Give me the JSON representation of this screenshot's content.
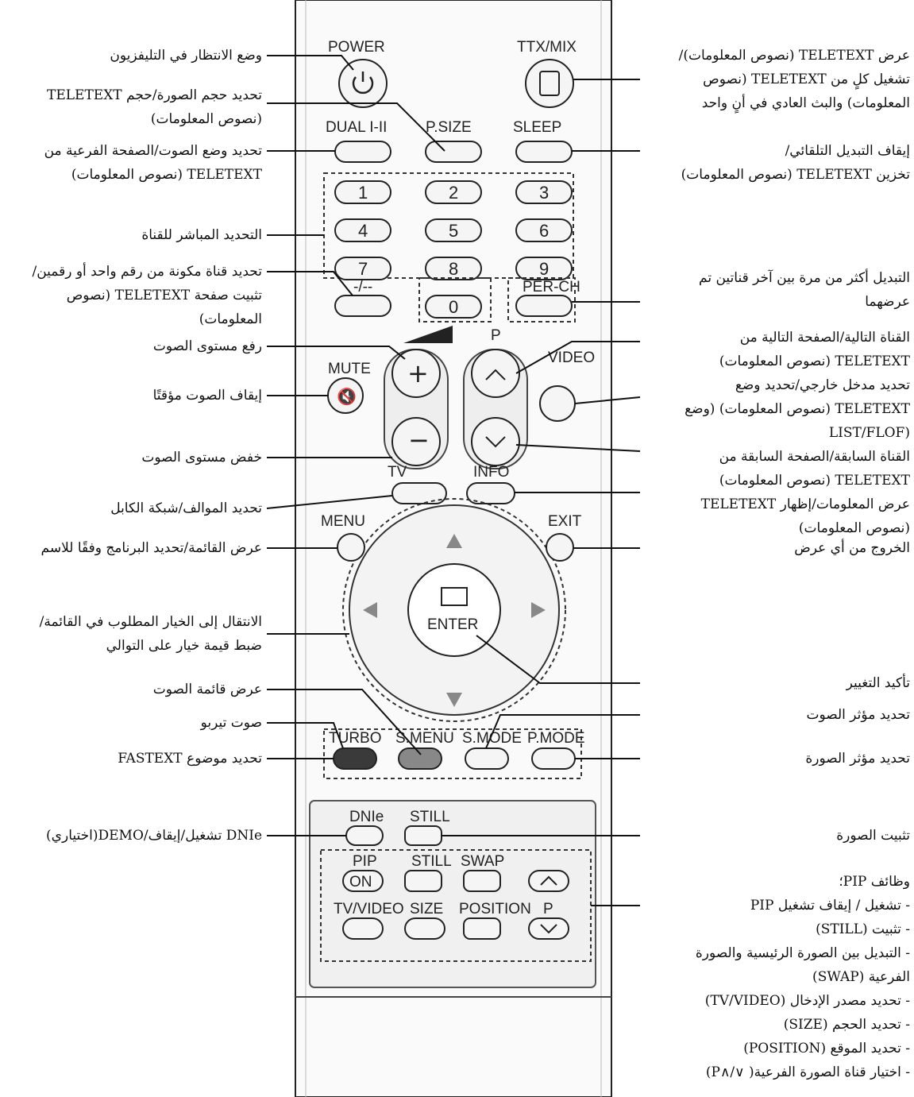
{
  "remote": {
    "power": "POWER",
    "ttx_mix": "TTX/MIX",
    "dual": "DUAL I-II",
    "psize": "P.SIZE",
    "sleep": "SLEEP",
    "digits": [
      "1",
      "2",
      "3",
      "4",
      "5",
      "6",
      "7",
      "8",
      "9",
      "0"
    ],
    "dash": "-/--",
    "perch": "PER-CH",
    "p": "P",
    "mute": "MUTE",
    "video": "VIDEO",
    "tv": "TV",
    "info": "INFO",
    "menu": "MENU",
    "exit": "EXIT",
    "enter": "ENTER",
    "turbo": "TURBO",
    "smenu": "S.MENU",
    "smode": "S.MODE",
    "pmode": "P.MODE",
    "dnie": "DNIe",
    "still": "STILL",
    "pip": "PIP",
    "on": "ON",
    "swap": "SWAP",
    "tvvideo": "TV/VIDEO",
    "size": "SIZE",
    "position": "POSITION"
  },
  "labels_left": [
    "وضع الانتظار في التليفزيون",
    "تحديد حجم الصورة/حجم TELETEXT\n(نصوص المعلومات)",
    "تحديد وضع الصوت/الصفحة الفرعية من\nTELETEXT (نصوص المعلومات)",
    "التحديد المباشر للقناة",
    "تحديد قناة مكونة من رقم واحد أو رقمين/\nتثبيت صفحة TELETEXT (نصوص\nالمعلومات)",
    "رفع مستوى الصوت",
    "إيقاف الصوت مؤقتًا",
    "خفض مستوى الصوت",
    "تحديد الموالف/شبكة الكابل",
    "عرض القائمة/تحديد البرنامج وفقًا للاسم",
    "الانتقال إلى الخيار المطلوب في القائمة/\nضبط قيمة خيار على التوالي",
    "عرض قائمة الصوت",
    "صوت تيربو",
    "تحديد موضوع FASTEXT",
    "DNIe تشغيل/إيقاف/DEMO(اختياري)"
  ],
  "labels_right": [
    "عرض TELETEXT (نصوص المعلومات)/\nتشغيل كلٍ من TELETEXT (نصوص\nالمعلومات) والبث العادي في أنٍ واحد",
    "إيقاف التبديل التلقائي/\nتخزين TELETEXT (نصوص المعلومات)",
    "التبديل أكثر من مرة بين آخر قناتين تم\nعرضهما",
    "القناة التالية/الصفحة التالية من\nTELETEXT (نصوص المعلومات)",
    "تحديد مدخل خارجي/تحديد وضع\nTELETEXT (نصوص المعلومات) (وضع\n(LIST/FLOF",
    "القناة السابقة/الصفحة السابقة من\nTELETEXT (نصوص المعلومات)",
    "عرض المعلومات/إظهار TELETEXT\n(نصوص المعلومات)",
    "الخروج من أي عرض",
    "تأكيد التغيير",
    "تحديد مؤثر الصوت",
    "تحديد مؤثر الصورة",
    "تثبيت الصورة",
    "وظائف PIP؛\n- تشغيل / إيقاف تشغيل PIP\n- تثبيت (STILL)\n- التبديل بين الصورة الرئيسية والصورة\nالفرعية (SWAP)\n- تحديد مصدر الإدخال (TV/VIDEO)\n- تحديد الحجم (SIZE)\n- تحديد الموقع (POSITION)\n- اختيار قناة الصورة الفرعية( ∨/∧P)"
  ]
}
